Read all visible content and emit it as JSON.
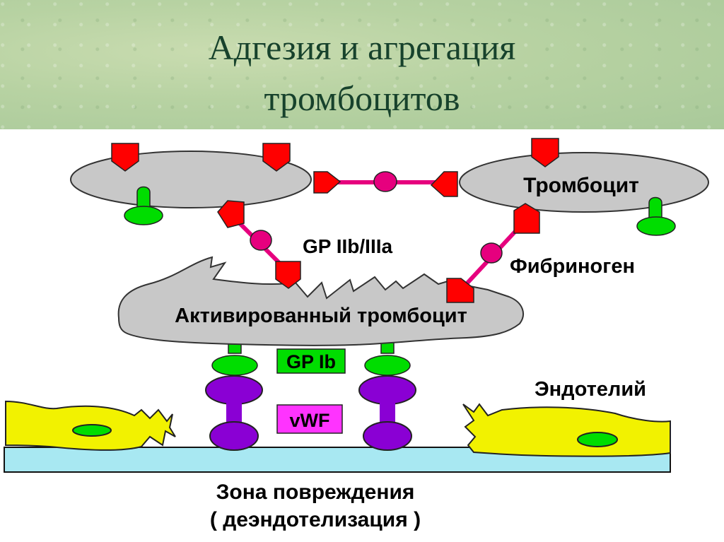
{
  "title": {
    "line1": "Адгезия и агрегация",
    "line2": "тромбоцитов"
  },
  "labels": {
    "platelet": "Тромбоцит",
    "gp_iib_iiia": "GP IIb/IIIa",
    "fibrinogen": "Фибриноген",
    "activated_platelet": "Активированный тромбоцит",
    "gp_ib": "GP Ib",
    "vwf": "vWF",
    "endothelium": "Эндотелий",
    "damage_zone": "Зона повреждения",
    "deendothelialization": "( деэндотелизация )"
  },
  "colors": {
    "header_bg": "#b7d2a2",
    "title_text": "#17422c",
    "platelet_gray": "#c8c8c8",
    "receptor_red": "#ff0000",
    "fibrinogen_pink": "#e6007e",
    "gp_ib_green": "#00dd00",
    "vwf_purple": "#8a00d4",
    "vwf_box": "#ff33ff",
    "endothelium_yellow": "#f2f200",
    "subendothelium_cyan": "#a8e8f2"
  }
}
